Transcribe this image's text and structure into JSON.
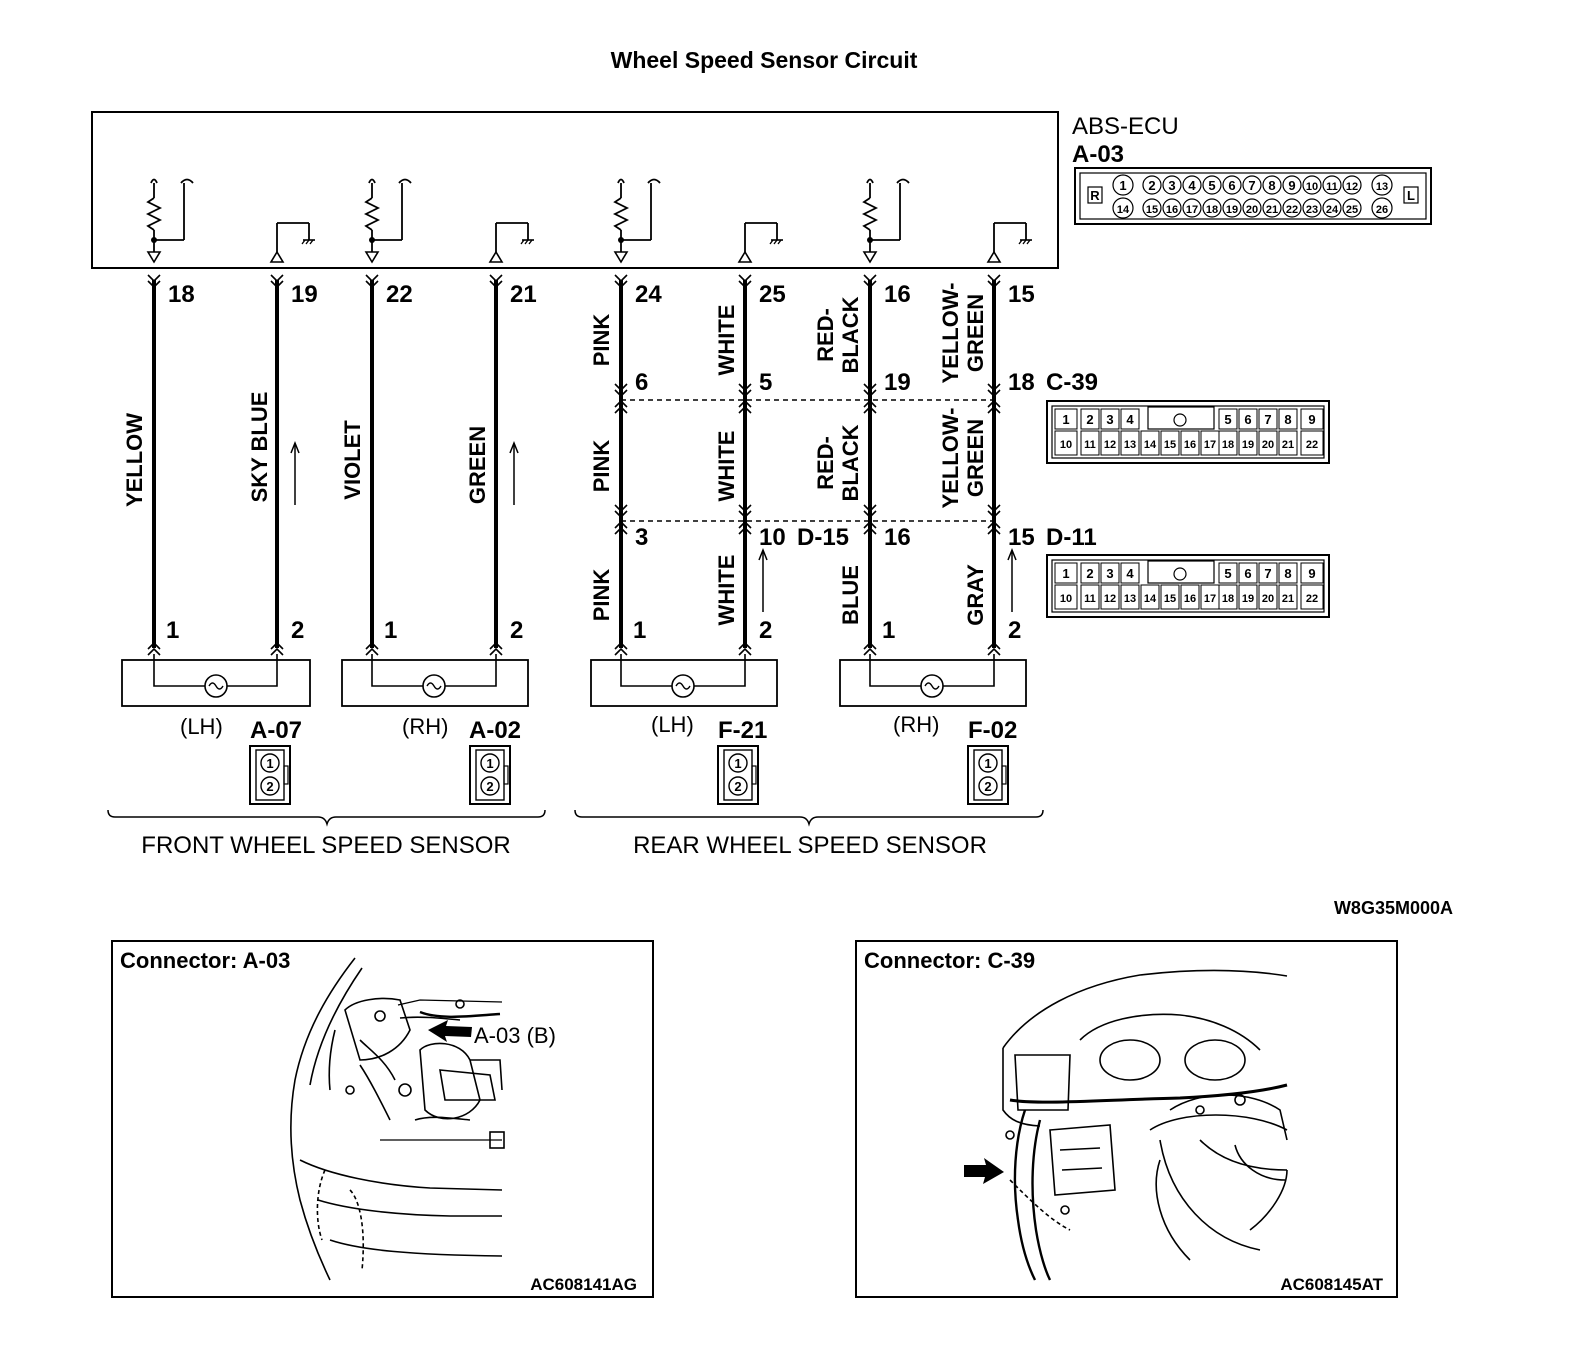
{
  "title": "Wheel Speed Sensor Circuit",
  "ecu": {
    "name": "ABS-ECU",
    "connector": "A-03"
  },
  "a03_pins": {
    "top": [
      "1",
      "2",
      "3",
      "4",
      "5",
      "6",
      "7",
      "8",
      "9",
      "10",
      "11",
      "12",
      "13"
    ],
    "bottom": [
      "14",
      "15",
      "16",
      "17",
      "18",
      "19",
      "20",
      "21",
      "22",
      "23",
      "24",
      "25",
      "26"
    ],
    "left_tag": "R",
    "right_tag": "L"
  },
  "wires": [
    {
      "ecu_pin": "18",
      "upper": "YELLOW",
      "sensor_pin": "1"
    },
    {
      "ecu_pin": "19",
      "upper": "SKY BLUE",
      "sensor_pin": "2"
    },
    {
      "ecu_pin": "22",
      "upper": "VIOLET",
      "sensor_pin": "1"
    },
    {
      "ecu_pin": "21",
      "upper": "GREEN",
      "sensor_pin": "2"
    },
    {
      "ecu_pin": "24",
      "upper": "PINK",
      "c39_pin": "6",
      "middle": "PINK",
      "d_pin": "3",
      "lower": "PINK",
      "sensor_pin": "1"
    },
    {
      "ecu_pin": "25",
      "upper": "WHITE",
      "c39_pin": "5",
      "middle": "WHITE",
      "d_pin": "10",
      "lower": "WHITE",
      "sensor_pin": "2"
    },
    {
      "ecu_pin": "16",
      "upper": [
        "RED-",
        "BLACK"
      ],
      "c39_pin": "19",
      "middle": [
        "RED-",
        "BLACK"
      ],
      "d_pin": "16",
      "lower": "BLUE",
      "sensor_pin": "1"
    },
    {
      "ecu_pin": "15",
      "upper": [
        "YELLOW-",
        "GREEN"
      ],
      "c39_pin": "18",
      "middle": [
        "YELLOW-",
        "GREEN"
      ],
      "d_pin": "15",
      "lower": "GRAY",
      "sensor_pin": "2"
    }
  ],
  "intermediate": {
    "c39": "C-39",
    "d15": "D-15",
    "d11": "D-11",
    "pins_top": [
      "1",
      "2",
      "3",
      "4",
      "5",
      "6",
      "7",
      "8",
      "9"
    ],
    "pins_bottom": [
      "10",
      "11",
      "12",
      "13",
      "14",
      "15",
      "16",
      "17",
      "18",
      "19",
      "20",
      "21",
      "22"
    ]
  },
  "sensors": [
    {
      "side": "(LH)",
      "connector": "A-07"
    },
    {
      "side": "(RH)",
      "connector": "A-02"
    },
    {
      "side": "(LH)",
      "connector": "F-21"
    },
    {
      "side": "(RH)",
      "connector": "F-02"
    }
  ],
  "sensor_pins": [
    "1",
    "2"
  ],
  "groups": {
    "front": "FRONT WHEEL SPEED SENSOR",
    "rear": "REAR WHEEL SPEED SENSOR"
  },
  "diagram_code": "W8G35M000A",
  "panels": [
    {
      "title": "Connector: A-03",
      "callout": "A-03 (B)",
      "code": "AC608141AG"
    },
    {
      "title": "Connector: C-39",
      "code": "AC608145AT"
    }
  ]
}
